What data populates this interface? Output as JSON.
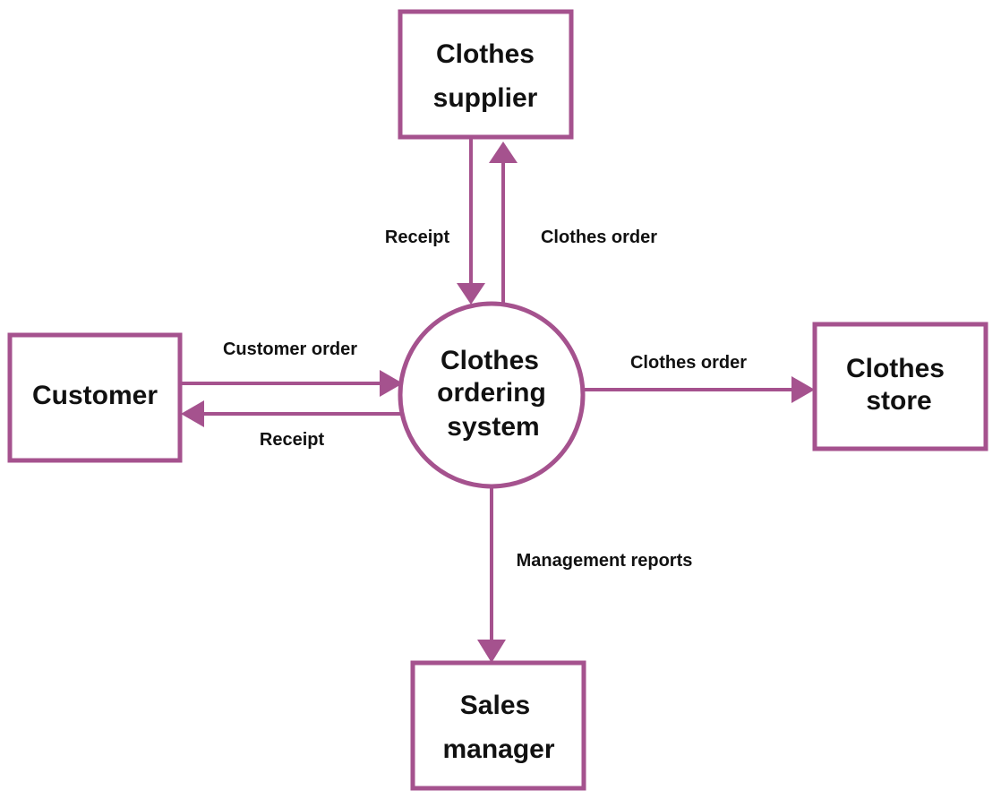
{
  "diagram": {
    "accent_color": "#a5528e",
    "process": {
      "lines": [
        "Clothes",
        "ordering",
        "system"
      ]
    },
    "entities": {
      "supplier": {
        "lines": [
          "Clothes",
          "supplier"
        ]
      },
      "customer": {
        "lines": [
          "Customer"
        ]
      },
      "store": {
        "lines": [
          "Clothes",
          "store"
        ]
      },
      "manager": {
        "lines": [
          "Sales",
          "manager"
        ]
      }
    },
    "flows": {
      "supplier_receipt": "Receipt",
      "supplier_order": "Clothes order",
      "customer_order": "Customer order",
      "customer_receipt": "Receipt",
      "store_order": "Clothes order",
      "management_reports": "Management reports"
    }
  }
}
